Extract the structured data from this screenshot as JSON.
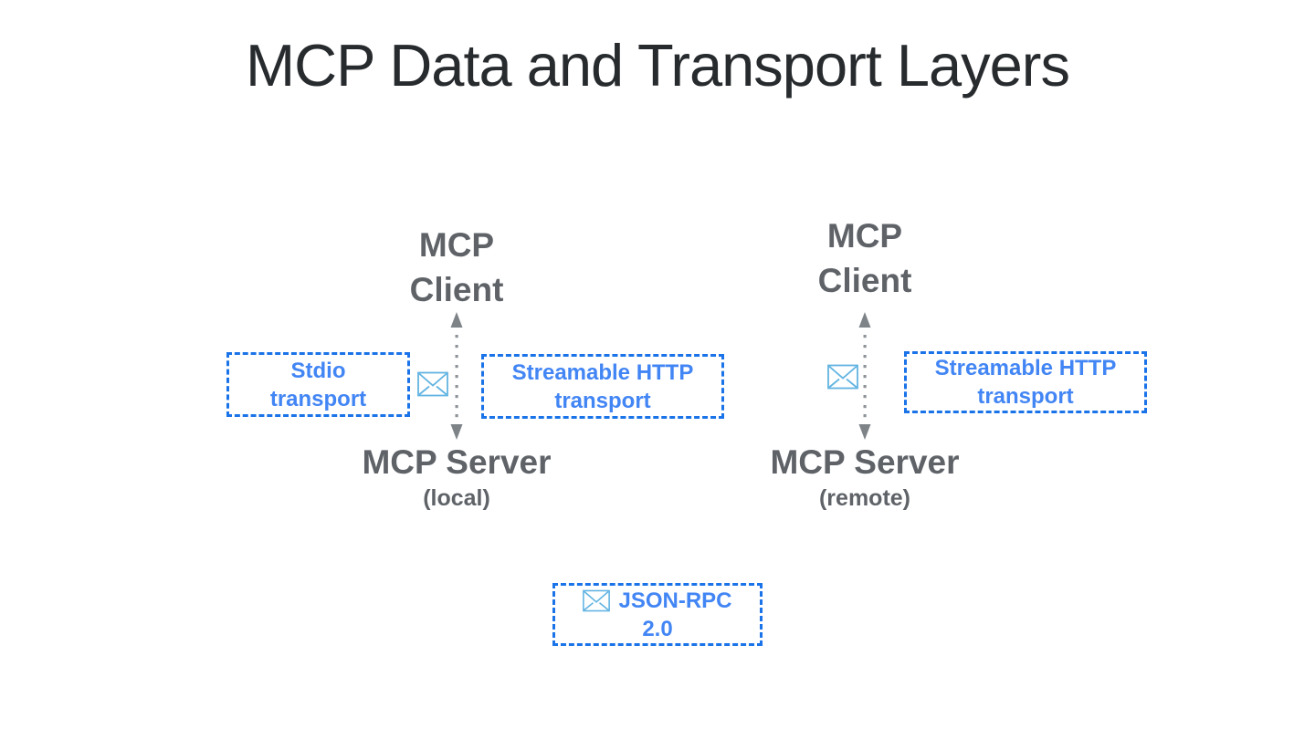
{
  "title": "MCP Data and Transport Layers",
  "left_group": {
    "client": {
      "line1": "MCP",
      "line2": "Client"
    },
    "stdio_box": {
      "line1": "Stdio",
      "line2": "transport"
    },
    "http_box": {
      "line1": "Streamable HTTP",
      "line2": "transport"
    },
    "server": {
      "name": "MCP Server",
      "qualifier": "(local)"
    }
  },
  "right_group": {
    "client": {
      "line1": "MCP",
      "line2": "Client"
    },
    "http_box": {
      "line1": "Streamable HTTP",
      "line2": "transport"
    },
    "server": {
      "name": "MCP Server",
      "qualifier": "(remote)"
    }
  },
  "protocol_box": {
    "line1": "JSON-RPC",
    "line2": "2.0"
  },
  "icons": {
    "envelope": "envelope-icon",
    "arrow": "bidirectional-dotted-arrow-icon"
  },
  "colors": {
    "background": "#ffffff",
    "title_text": "#282b2e",
    "node_text": "#5f6368",
    "box_border": "#1a73e8",
    "box_text": "#4285f4",
    "envelope_stroke": "#62b4e2",
    "arrow_gray": "#7e8388",
    "arrow_dots": "#8e9399"
  }
}
